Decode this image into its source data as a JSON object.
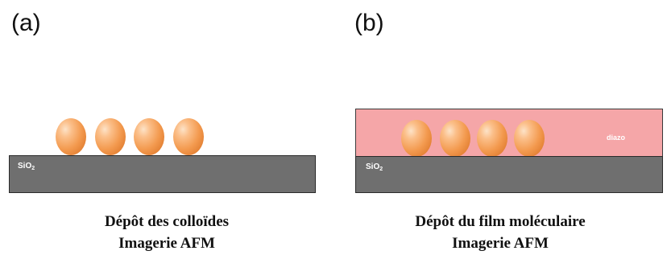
{
  "panels": [
    {
      "label": "(a)",
      "substrate": "SiO",
      "substrate_sub": "2",
      "caption_line1": "Dépôt des colloïdes",
      "caption_line2": "Imagerie AFM"
    },
    {
      "label": "(b)",
      "substrate": "SiO",
      "substrate_sub": "2",
      "film": "diazo",
      "caption_line1": "Dépôt du film moléculaire",
      "caption_line2": "Imagerie AFM"
    }
  ],
  "colors": {
    "substrate": "#6f6f6f",
    "film": "#f5a6a8",
    "colloid": "#f39a4f"
  }
}
